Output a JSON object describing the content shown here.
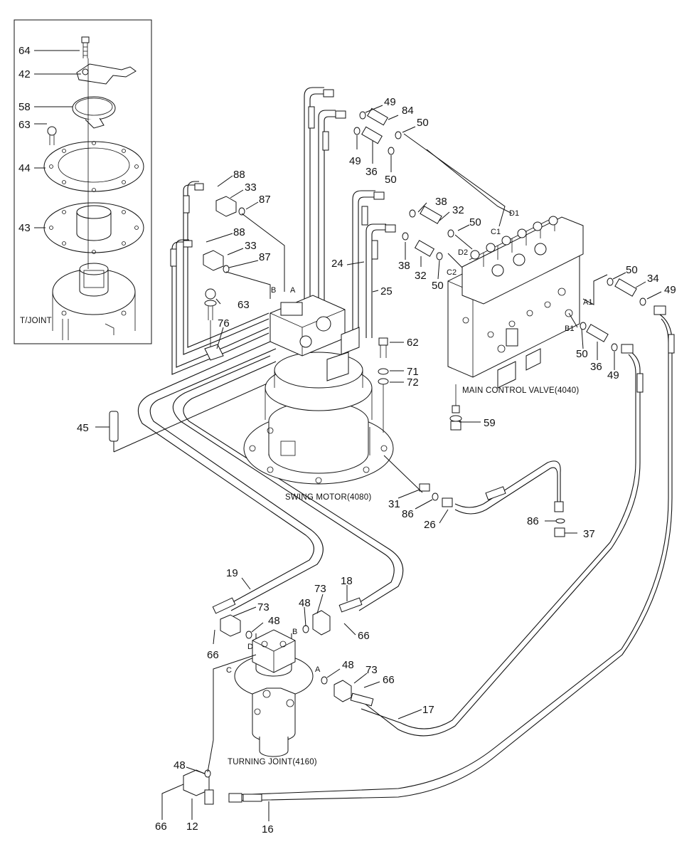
{
  "inset": {
    "caption": "T/JOINT",
    "labels": [
      "64",
      "42",
      "58",
      "63",
      "44",
      "43"
    ]
  },
  "captions": {
    "main_control_valve": "MAIN CONTROL VALVE(4040)",
    "swing_motor": "SWING MOTOR(4080)",
    "turning_joint": "TURNING JOINT(4160)"
  },
  "port_labels": [
    "A",
    "B",
    "D1",
    "C1",
    "D2",
    "C2",
    "A1",
    "B1",
    "B",
    "D",
    "C",
    "A"
  ],
  "part_numbers": [
    "49",
    "84",
    "50",
    "49",
    "36",
    "50",
    "88",
    "33",
    "87",
    "38",
    "32",
    "50",
    "88",
    "33",
    "87",
    "24",
    "38",
    "32",
    "50",
    "25",
    "50",
    "34",
    "49",
    "63",
    "76",
    "62",
    "71",
    "72",
    "50",
    "36",
    "49",
    "59",
    "45",
    "31",
    "86",
    "26",
    "86",
    "37",
    "19",
    "18",
    "73",
    "73",
    "48",
    "48",
    "66",
    "66",
    "48",
    "73",
    "66",
    "17",
    "48",
    "66",
    "12",
    "16"
  ]
}
